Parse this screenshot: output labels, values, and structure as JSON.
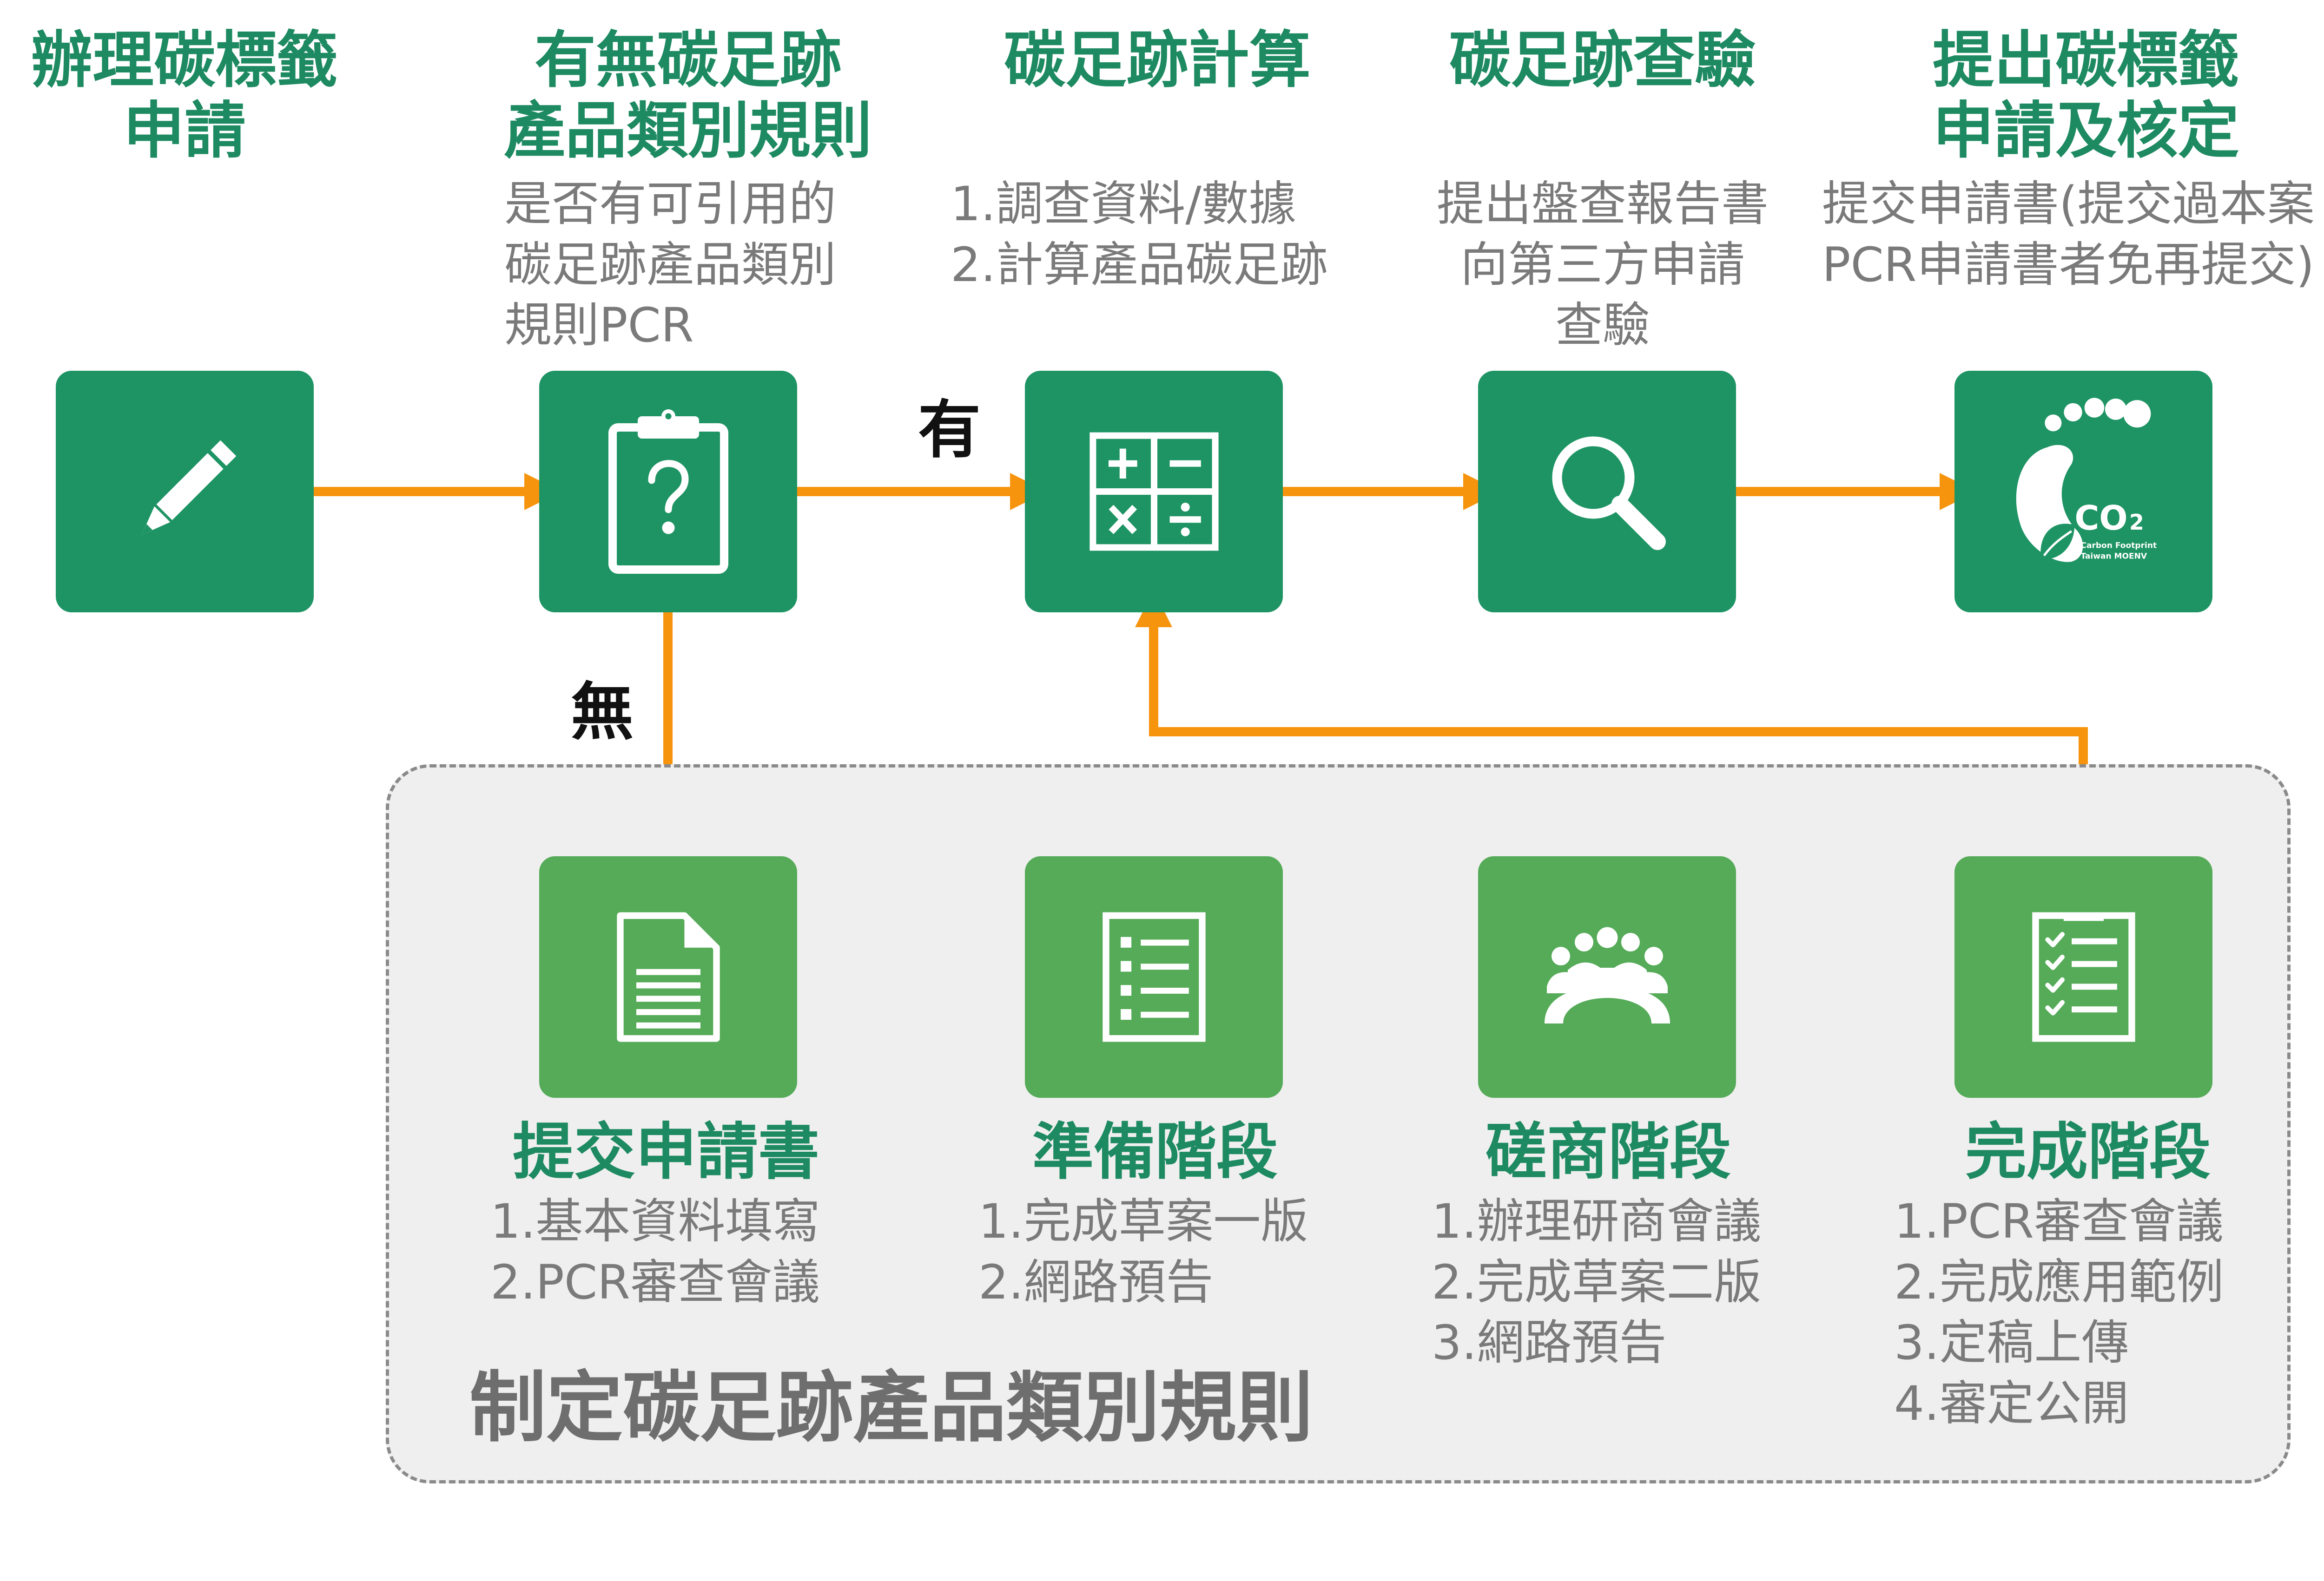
{
  "top_steps": [
    {
      "id": "apply",
      "title": [
        "辦理碳標籤",
        "申請"
      ],
      "desc": [],
      "icon": "pencil-icon"
    },
    {
      "id": "check-pcr",
      "title": [
        "有無碳足跡",
        "產品類別規則"
      ],
      "desc": [
        "是否有可引用的",
        "碳足跡產品類別",
        "規則PCR"
      ],
      "icon": "clipboard-question-icon"
    },
    {
      "id": "calculate",
      "title": [
        "碳足跡計算"
      ],
      "desc": [
        "1.調查資料/數據",
        "2.計算產品碳足跡"
      ],
      "icon": "calculator-icon"
    },
    {
      "id": "verify",
      "title": [
        "碳足跡查驗"
      ],
      "desc": [
        "提出盤查報告書",
        "向第三方申請",
        "查驗"
      ],
      "icon": "magnifier-icon"
    },
    {
      "id": "submit",
      "title": [
        "提出碳標籤",
        "申請及核定"
      ],
      "desc": [
        "提交申請書(提交過本案",
        "PCR申請書者免再提交)"
      ],
      "icon": "carbon-footprint-label-icon"
    }
  ],
  "carbon_label": {
    "text": "CO",
    "sub": "2",
    "line1": "Carbon Footprint",
    "line2": "Taiwan MOENV"
  },
  "branches": {
    "yes": "有",
    "no": "無"
  },
  "region": {
    "title": "制定碳足跡產品類別規則"
  },
  "bottom_steps": [
    {
      "id": "application",
      "title": "提交申請書",
      "desc": [
        "1.基本資料填寫",
        "2.PCR審查會議"
      ],
      "icon": "document-icon"
    },
    {
      "id": "preparation",
      "title": "準備階段",
      "desc": [
        "1.完成草案一版",
        "2.網路預告"
      ],
      "icon": "list-icon"
    },
    {
      "id": "consultation",
      "title": "磋商階段",
      "desc": [
        "1.辦理研商會議",
        "2.完成草案二版",
        "3.網路預告"
      ],
      "icon": "meeting-icon"
    },
    {
      "id": "completion",
      "title": "完成階段",
      "desc": [
        "1.PCR審查會議",
        "2.完成應用範例",
        "3.定稿上傳",
        "4.審定公開"
      ],
      "icon": "checklist-icon"
    }
  ],
  "colors": {
    "dark_green": "#1e9464",
    "light_green": "#55ab58",
    "title_green": "#1e8a62",
    "arrow": "#f7940e",
    "desc_gray": "#7a7a7a",
    "region_bg": "#efefef"
  }
}
